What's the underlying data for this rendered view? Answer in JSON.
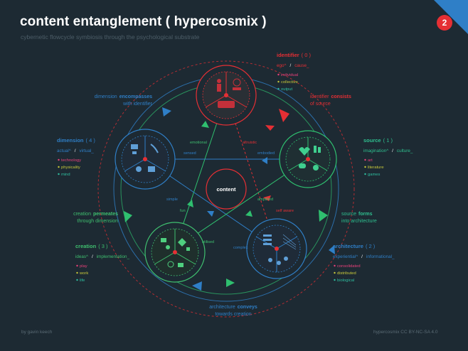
{
  "header": {
    "title": "content entanglement ( hypercosmix )",
    "subtitle": "cybernetic flowcycle symbiosis through the psychological substrate",
    "page_number": "2"
  },
  "footer": {
    "author": "by gavin keech",
    "license": "hypercosmix CC BY-NC-SA 4.0"
  },
  "center": {
    "label": "content"
  },
  "colors": {
    "identifier": "#e52f34",
    "source": "#2fbf8f",
    "architecture": "#2f7fc7",
    "creation": "#3fbf6f",
    "dimension": "#2f7fc7",
    "item_pink": "#e8407a",
    "item_yellow": "#c8c83a",
    "item_teal": "#2fbfa0"
  },
  "nodes": {
    "identifier": {
      "title": "identifier",
      "count": "( 0 )",
      "axes": [
        "ego^",
        "/",
        "cause_"
      ],
      "items": [
        "individual",
        "collective",
        "output"
      ]
    },
    "source": {
      "title": "source",
      "count": "( 1 )",
      "axes": [
        "imagination^",
        "/",
        "culture_"
      ],
      "items": [
        "art",
        "literature",
        "games"
      ]
    },
    "architecture": {
      "title": "architecture",
      "count": "( 2 )",
      "axes": [
        "experiential^",
        "/",
        "informational_"
      ],
      "items": [
        "consolidated",
        "distributed",
        "biological"
      ]
    },
    "creation": {
      "title": "creation",
      "count": "( 3 )",
      "axes": [
        "ideas^",
        "/",
        "implementation_"
      ],
      "items": [
        "play",
        "work",
        "life"
      ]
    },
    "dimension": {
      "title": "dimension",
      "count": "( 4 )",
      "axes": [
        "actual^",
        "/",
        "virtual_"
      ],
      "items": [
        "technology",
        "physicality",
        "mind"
      ]
    }
  },
  "relations": {
    "identifier_source": {
      "pre": "identifier",
      "verb": "consists",
      "post": "of source"
    },
    "source_architecture": {
      "pre": "source",
      "verb": "forms",
      "post": "into architecture"
    },
    "architecture_creation": {
      "pre": "architecture",
      "verb": "conveys",
      "post": "towards creation"
    },
    "creation_dimension": {
      "pre": "creation",
      "verb": "permeates",
      "post": "through dimension"
    },
    "dimension_identifier": {
      "pre": "dimension",
      "verb": "encompasses",
      "post": "with identifier"
    }
  },
  "inner_edges": {
    "emotional": "emotional",
    "altruistic": "altruistic",
    "sensed": "sensed",
    "embodied": "embodied",
    "amplified": "amplified",
    "self_aware": "self aware",
    "simple": "simple",
    "fun": "fun",
    "utilised": "utilised",
    "complex": "complex"
  }
}
